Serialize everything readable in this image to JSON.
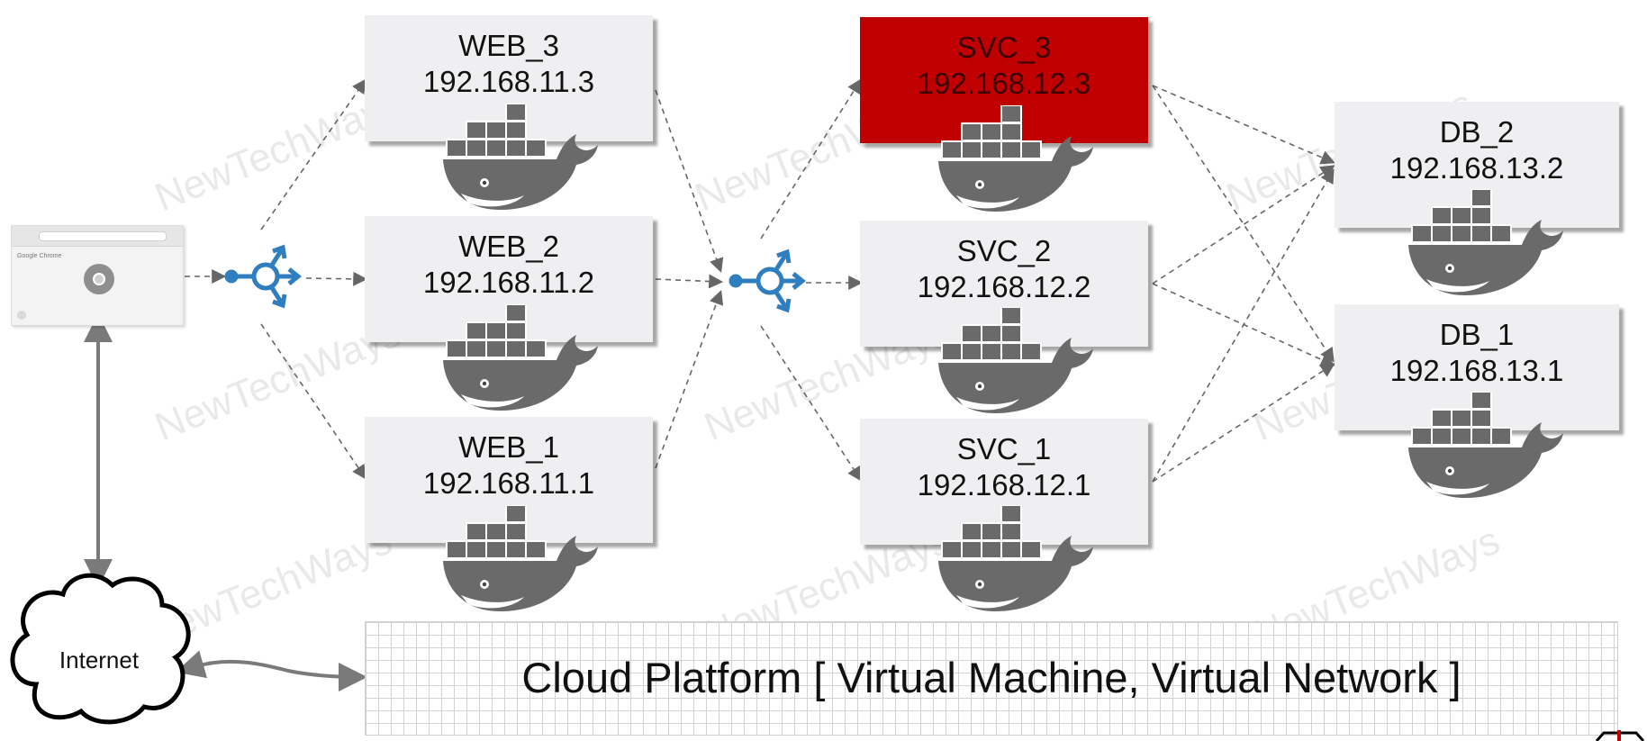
{
  "nodes": {
    "web_3": {
      "name": "WEB_3",
      "ip": "192.168.11.3"
    },
    "web_2": {
      "name": "WEB_2",
      "ip": "192.168.11.2"
    },
    "web_1": {
      "name": "WEB_1",
      "ip": "192.168.11.1"
    },
    "svc_3": {
      "name": "SVC_3",
      "ip": "192.168.12.3"
    },
    "svc_2": {
      "name": "SVC_2",
      "ip": "192.168.12.2"
    },
    "svc_1": {
      "name": "SVC_1",
      "ip": "192.168.12.1"
    },
    "db_2": {
      "name": "DB_2",
      "ip": "192.168.13.2"
    },
    "db_1": {
      "name": "DB_1",
      "ip": "192.168.13.1"
    }
  },
  "browser": {
    "brand": "Google Chrome"
  },
  "internet_label": "Internet",
  "platform_label": "Cloud Platform [ Virtual Machine, Virtual Network ]",
  "watermark": "NewTechWays",
  "colors": {
    "alert": "#c00000",
    "node_bg": "#efeff1",
    "load_balancer": "#2f7fc0",
    "whale": "#6a6a6a",
    "arrow": "#666666"
  },
  "icons": [
    "browser-window-icon",
    "load-balancer-icon",
    "docker-whale-icon",
    "cloud-icon"
  ]
}
